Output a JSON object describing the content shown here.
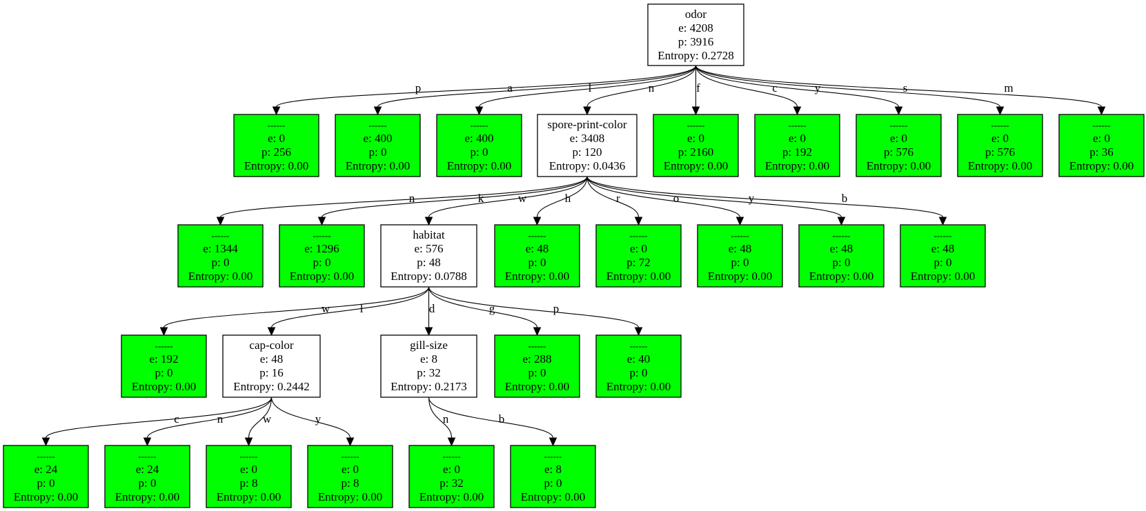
{
  "colors": {
    "leaf_fill": "#00ff00",
    "split_fill": "#ffffff",
    "stroke": "#000000"
  },
  "nodes": [
    {
      "id": "odor",
      "kind": "split",
      "lines": [
        "odor",
        "e: 4208",
        "p: 3916",
        "Entropy: 0.2728"
      ]
    },
    {
      "id": "odor-p",
      "kind": "leaf",
      "lines": [
        "------",
        "e: 0",
        "p: 256",
        "Entropy: 0.00"
      ]
    },
    {
      "id": "odor-a",
      "kind": "leaf",
      "lines": [
        "------",
        "e: 400",
        "p: 0",
        "Entropy: 0.00"
      ]
    },
    {
      "id": "odor-l",
      "kind": "leaf",
      "lines": [
        "------",
        "e: 400",
        "p: 0",
        "Entropy: 0.00"
      ]
    },
    {
      "id": "spore",
      "kind": "split",
      "lines": [
        "spore-print-color",
        "e: 3408",
        "p: 120",
        "Entropy: 0.0436"
      ]
    },
    {
      "id": "odor-f",
      "kind": "leaf",
      "lines": [
        "------",
        "e: 0",
        "p: 2160",
        "Entropy: 0.00"
      ]
    },
    {
      "id": "odor-c",
      "kind": "leaf",
      "lines": [
        "------",
        "e: 0",
        "p: 192",
        "Entropy: 0.00"
      ]
    },
    {
      "id": "odor-y",
      "kind": "leaf",
      "lines": [
        "------",
        "e: 0",
        "p: 576",
        "Entropy: 0.00"
      ]
    },
    {
      "id": "odor-s",
      "kind": "leaf",
      "lines": [
        "------",
        "e: 0",
        "p: 576",
        "Entropy: 0.00"
      ]
    },
    {
      "id": "odor-m",
      "kind": "leaf",
      "lines": [
        "------",
        "e: 0",
        "p: 36",
        "Entropy: 0.00"
      ]
    },
    {
      "id": "spore-n",
      "kind": "leaf",
      "lines": [
        "------",
        "e: 1344",
        "p: 0",
        "Entropy: 0.00"
      ]
    },
    {
      "id": "spore-k",
      "kind": "leaf",
      "lines": [
        "------",
        "e: 1296",
        "p: 0",
        "Entropy: 0.00"
      ]
    },
    {
      "id": "habitat",
      "kind": "split",
      "lines": [
        "habitat",
        "e: 576",
        "p: 48",
        "Entropy: 0.0788"
      ]
    },
    {
      "id": "spore-h",
      "kind": "leaf",
      "lines": [
        "------",
        "e: 48",
        "p: 0",
        "Entropy: 0.00"
      ]
    },
    {
      "id": "spore-r",
      "kind": "leaf",
      "lines": [
        "------",
        "e: 0",
        "p: 72",
        "Entropy: 0.00"
      ]
    },
    {
      "id": "spore-o",
      "kind": "leaf",
      "lines": [
        "------",
        "e: 48",
        "p: 0",
        "Entropy: 0.00"
      ]
    },
    {
      "id": "spore-y",
      "kind": "leaf",
      "lines": [
        "------",
        "e: 48",
        "p: 0",
        "Entropy: 0.00"
      ]
    },
    {
      "id": "spore-b",
      "kind": "leaf",
      "lines": [
        "------",
        "e: 48",
        "p: 0",
        "Entropy: 0.00"
      ]
    },
    {
      "id": "habitat-w",
      "kind": "leaf",
      "lines": [
        "------",
        "e: 192",
        "p: 0",
        "Entropy: 0.00"
      ]
    },
    {
      "id": "capcolor",
      "kind": "split",
      "lines": [
        "cap-color",
        "e: 48",
        "p: 16",
        "Entropy: 0.2442"
      ]
    },
    {
      "id": "gillsize",
      "kind": "split",
      "lines": [
        "gill-size",
        "e: 8",
        "p: 32",
        "Entropy: 0.2173"
      ]
    },
    {
      "id": "habitat-g",
      "kind": "leaf",
      "lines": [
        "------",
        "e: 288",
        "p: 0",
        "Entropy: 0.00"
      ]
    },
    {
      "id": "habitat-p",
      "kind": "leaf",
      "lines": [
        "------",
        "e: 40",
        "p: 0",
        "Entropy: 0.00"
      ]
    },
    {
      "id": "cap-c",
      "kind": "leaf",
      "lines": [
        "------",
        "e: 24",
        "p: 0",
        "Entropy: 0.00"
      ]
    },
    {
      "id": "cap-n",
      "kind": "leaf",
      "lines": [
        "------",
        "e: 24",
        "p: 0",
        "Entropy: 0.00"
      ]
    },
    {
      "id": "cap-w",
      "kind": "leaf",
      "lines": [
        "------",
        "e: 0",
        "p: 8",
        "Entropy: 0.00"
      ]
    },
    {
      "id": "cap-y",
      "kind": "leaf",
      "lines": [
        "------",
        "e: 0",
        "p: 8",
        "Entropy: 0.00"
      ]
    },
    {
      "id": "gill-n",
      "kind": "leaf",
      "lines": [
        "------",
        "e: 0",
        "p: 32",
        "Entropy: 0.00"
      ]
    },
    {
      "id": "gill-b",
      "kind": "leaf",
      "lines": [
        "------",
        "e: 8",
        "p: 0",
        "Entropy: 0.00"
      ]
    }
  ],
  "edges": [
    {
      "from": "odor",
      "to": "odor-p",
      "label": "p"
    },
    {
      "from": "odor",
      "to": "odor-a",
      "label": "a"
    },
    {
      "from": "odor",
      "to": "odor-l",
      "label": "l"
    },
    {
      "from": "odor",
      "to": "spore",
      "label": "n"
    },
    {
      "from": "odor",
      "to": "odor-f",
      "label": "f"
    },
    {
      "from": "odor",
      "to": "odor-c",
      "label": "c"
    },
    {
      "from": "odor",
      "to": "odor-y",
      "label": "y"
    },
    {
      "from": "odor",
      "to": "odor-s",
      "label": "s"
    },
    {
      "from": "odor",
      "to": "odor-m",
      "label": "m"
    },
    {
      "from": "spore",
      "to": "spore-n",
      "label": "n"
    },
    {
      "from": "spore",
      "to": "spore-k",
      "label": "k"
    },
    {
      "from": "spore",
      "to": "habitat",
      "label": "w"
    },
    {
      "from": "spore",
      "to": "spore-h",
      "label": "h"
    },
    {
      "from": "spore",
      "to": "spore-r",
      "label": "r"
    },
    {
      "from": "spore",
      "to": "spore-o",
      "label": "o"
    },
    {
      "from": "spore",
      "to": "spore-y",
      "label": "y"
    },
    {
      "from": "spore",
      "to": "spore-b",
      "label": "b"
    },
    {
      "from": "habitat",
      "to": "habitat-w",
      "label": "w"
    },
    {
      "from": "habitat",
      "to": "capcolor",
      "label": "l"
    },
    {
      "from": "habitat",
      "to": "gillsize",
      "label": "d"
    },
    {
      "from": "habitat",
      "to": "habitat-g",
      "label": "g"
    },
    {
      "from": "habitat",
      "to": "habitat-p",
      "label": "p"
    },
    {
      "from": "capcolor",
      "to": "cap-c",
      "label": "c"
    },
    {
      "from": "capcolor",
      "to": "cap-n",
      "label": "n"
    },
    {
      "from": "capcolor",
      "to": "cap-w",
      "label": "w"
    },
    {
      "from": "capcolor",
      "to": "cap-y",
      "label": "y"
    },
    {
      "from": "gillsize",
      "to": "gill-n",
      "label": "n"
    },
    {
      "from": "gillsize",
      "to": "gill-b",
      "label": "b"
    }
  ]
}
